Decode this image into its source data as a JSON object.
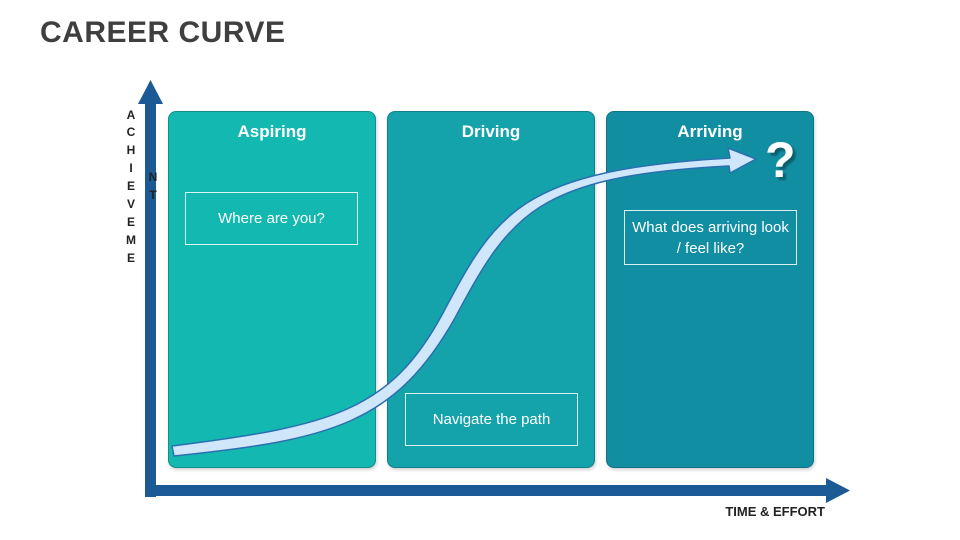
{
  "title": "CAREER CURVE",
  "y_axis_label": [
    "A",
    "C",
    "H",
    "I",
    "E",
    "V",
    "E",
    "M",
    "E",
    "N",
    "T"
  ],
  "x_axis_label": "TIME & EFFORT",
  "stages": [
    {
      "title": "Aspiring",
      "box_text": "Where are you?",
      "color": "#13b8b0"
    },
    {
      "title": "Driving",
      "box_text": "Navigate the path",
      "color": "#14a3ab"
    },
    {
      "title": "Arriving",
      "box_text": "What does arriving look / feel like?",
      "color": "#128ea3"
    }
  ],
  "question_mark": "?",
  "colors": {
    "axis": "#1b5a94",
    "curve_fill": "#cfe6fb",
    "curve_stroke": "#2a6fb0"
  }
}
